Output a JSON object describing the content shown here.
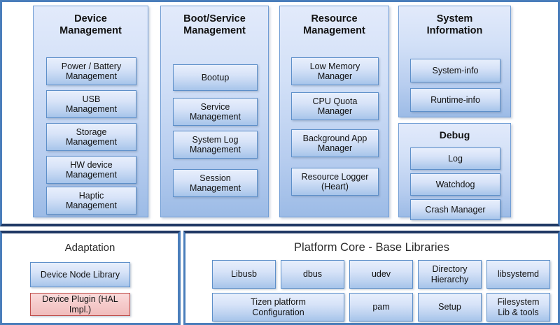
{
  "colors": {
    "frame_border": "#4a7ebb",
    "divider": "#1f3864",
    "panel_fill_top": "#e2eafb",
    "panel_fill_bottom": "#9cbbe6",
    "item_border": "#5d8fc9",
    "red_item_fill": "#f0bcbc",
    "red_item_border": "#c0504d"
  },
  "top_section": {
    "panels": [
      {
        "title": "Device\nManagement",
        "items": [
          "Power / Battery\nManagement",
          "USB\nManagement",
          "Storage\nManagement",
          "HW device\nManagement",
          "Haptic\nManagement"
        ]
      },
      {
        "title": "Boot/Service\nManagement",
        "items": [
          "Bootup",
          "Service\nManagement",
          "System Log\nManagement",
          "Session\nManagement"
        ]
      },
      {
        "title": "Resource\nManagement",
        "items": [
          "Low Memory\nManager",
          "CPU Quota\nManager",
          "Background App\nManager",
          "Resource Logger\n(Heart)"
        ]
      },
      {
        "title": "System\nInformation",
        "items": [
          "System-info",
          "Runtime-info"
        ]
      },
      {
        "title": "Debug",
        "items": [
          "Log",
          "Watchdog",
          "Crash Manager"
        ]
      }
    ]
  },
  "adaptation": {
    "title": "Adaptation",
    "items": [
      {
        "label": "Device Node Library",
        "style": "blue"
      },
      {
        "label": "Device Plugin (HAL Impl.)",
        "style": "red"
      }
    ]
  },
  "platform_core": {
    "title": "Platform Core - Base Libraries",
    "row1": [
      "Libusb",
      "dbus",
      "udev",
      "Directory\nHierarchy",
      "libsystemd"
    ],
    "row2": [
      "Tizen platform\nConfiguration",
      "pam",
      "Setup",
      "Filesystem\nLib & tools"
    ]
  }
}
